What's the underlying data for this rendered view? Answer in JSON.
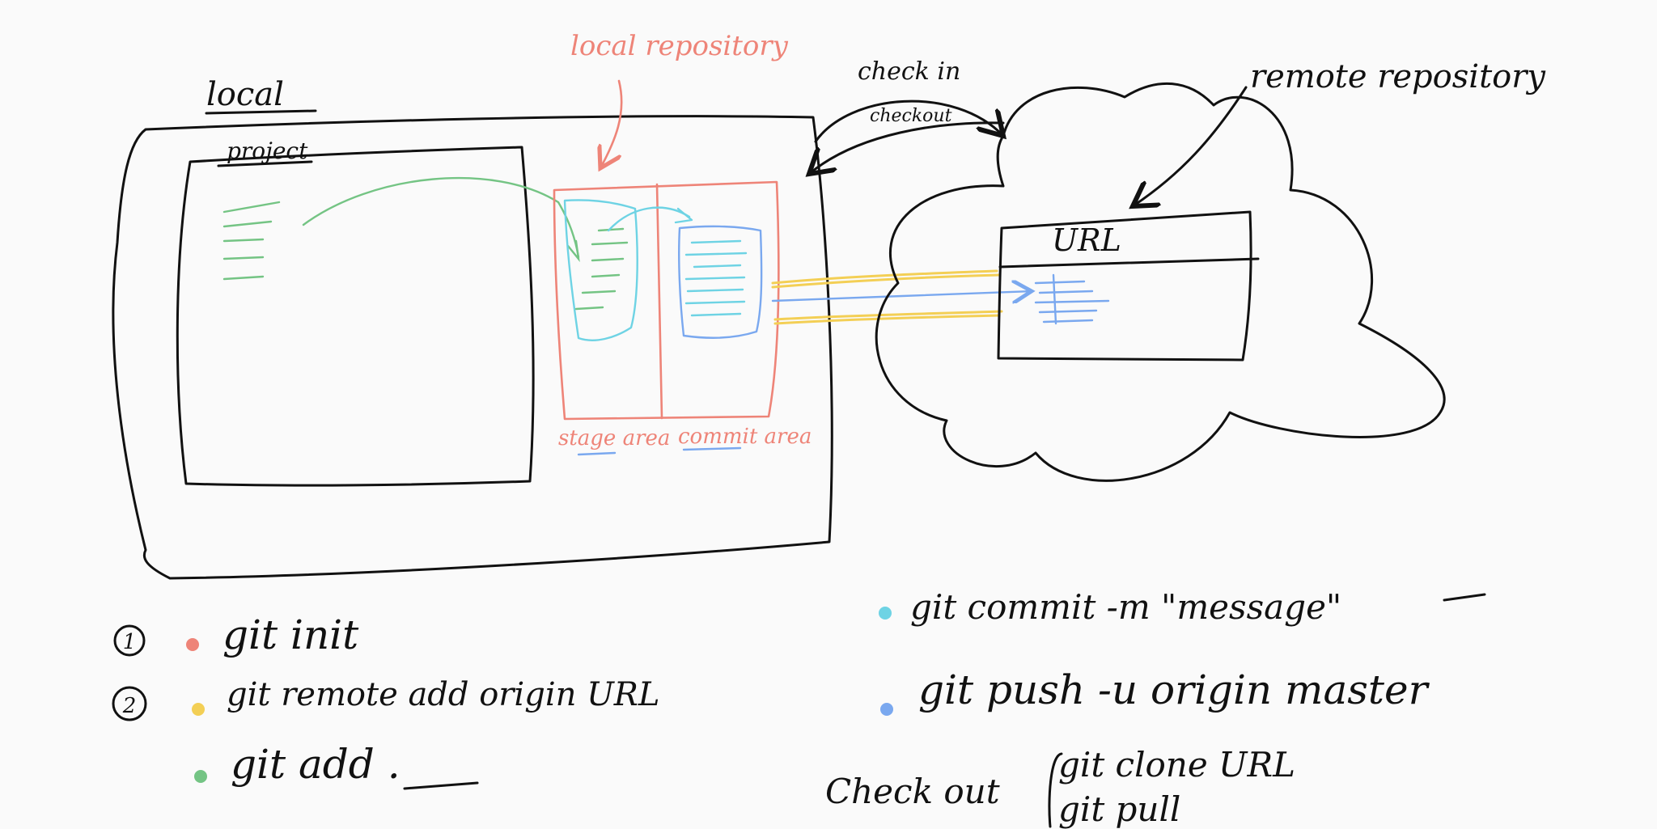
{
  "labels": {
    "local": "local",
    "project": "project",
    "local_repository": "local repository",
    "stage_area": "stage area",
    "commit_area": "commit area",
    "check_in": "check in",
    "checkout": "checkout",
    "remote_repository": "remote repository",
    "url": "URL"
  },
  "commands": {
    "step1_marker": "1",
    "step2_marker": "2",
    "git_init": "git init",
    "git_remote_add": "git remote add origin URL",
    "git_add": "git add .",
    "git_commit": "git commit -m \"message\"",
    "git_push": "git push -u origin master",
    "checkout_label": "Check out",
    "git_clone": "git clone URL",
    "git_pull": "git pull"
  },
  "colors": {
    "ink": "#111111",
    "red": "#ee8478",
    "green": "#74c484",
    "cyan": "#6ed3e4",
    "blue": "#7aa8ef",
    "yellow": "#f3cf55"
  }
}
